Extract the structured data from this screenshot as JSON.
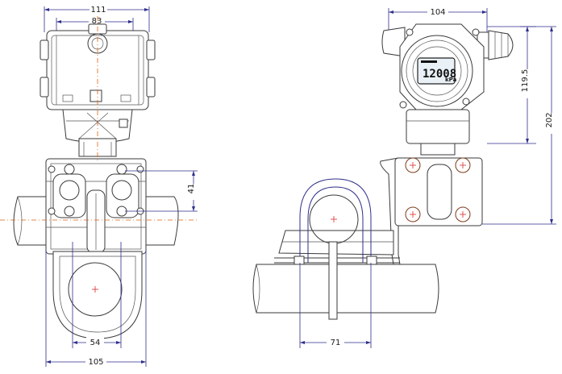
{
  "front_view": {
    "dims": {
      "overall_width_top": "111",
      "inner_width_top": "83",
      "bolt_spacing_vertical": "41",
      "bracket_spacing": "54",
      "overall_width_bottom": "105"
    }
  },
  "side_view": {
    "dims": {
      "housing_width": "104",
      "housing_height": "119.5",
      "overall_height": "202",
      "ubolt_spacing": "71"
    },
    "display_reading": "12008",
    "display_unit": "kPa"
  }
}
